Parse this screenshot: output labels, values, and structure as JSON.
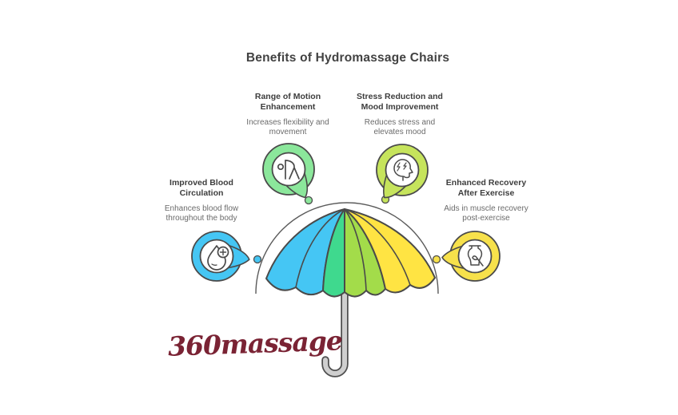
{
  "title": "Benefits of Hydromassage Chairs",
  "brand": "360massage",
  "benefits": [
    {
      "id": "blood-circulation",
      "heading": "Improved Blood\nCirculation",
      "description": "Enhances blood flow\nthroughout the body",
      "color": "#45C6F4",
      "icon": "water-drop-plus"
    },
    {
      "id": "range-of-motion",
      "heading": "Range of Motion\nEnhancement",
      "description": "Increases flexibility and\nmovement",
      "color": "#8BE79B",
      "icon": "stretching-person"
    },
    {
      "id": "stress-reduction",
      "heading": "Stress Reduction and\nMood Improvement",
      "description": "Reduces stress and\nelevates mood",
      "color": "#C6E45C",
      "icon": "stressed-head"
    },
    {
      "id": "recovery",
      "heading": "Enhanced Recovery\nAfter Exercise",
      "description": "Aids in muscle recovery\npost-exercise",
      "color": "#F7E14B",
      "icon": "restore-vase"
    }
  ],
  "umbrella": {
    "blue": "#45C6F4",
    "green": "#3FD98E",
    "lime": "#A3DC4A",
    "yellow": "#FFE443",
    "handle_gray": "#cfcfcf"
  }
}
